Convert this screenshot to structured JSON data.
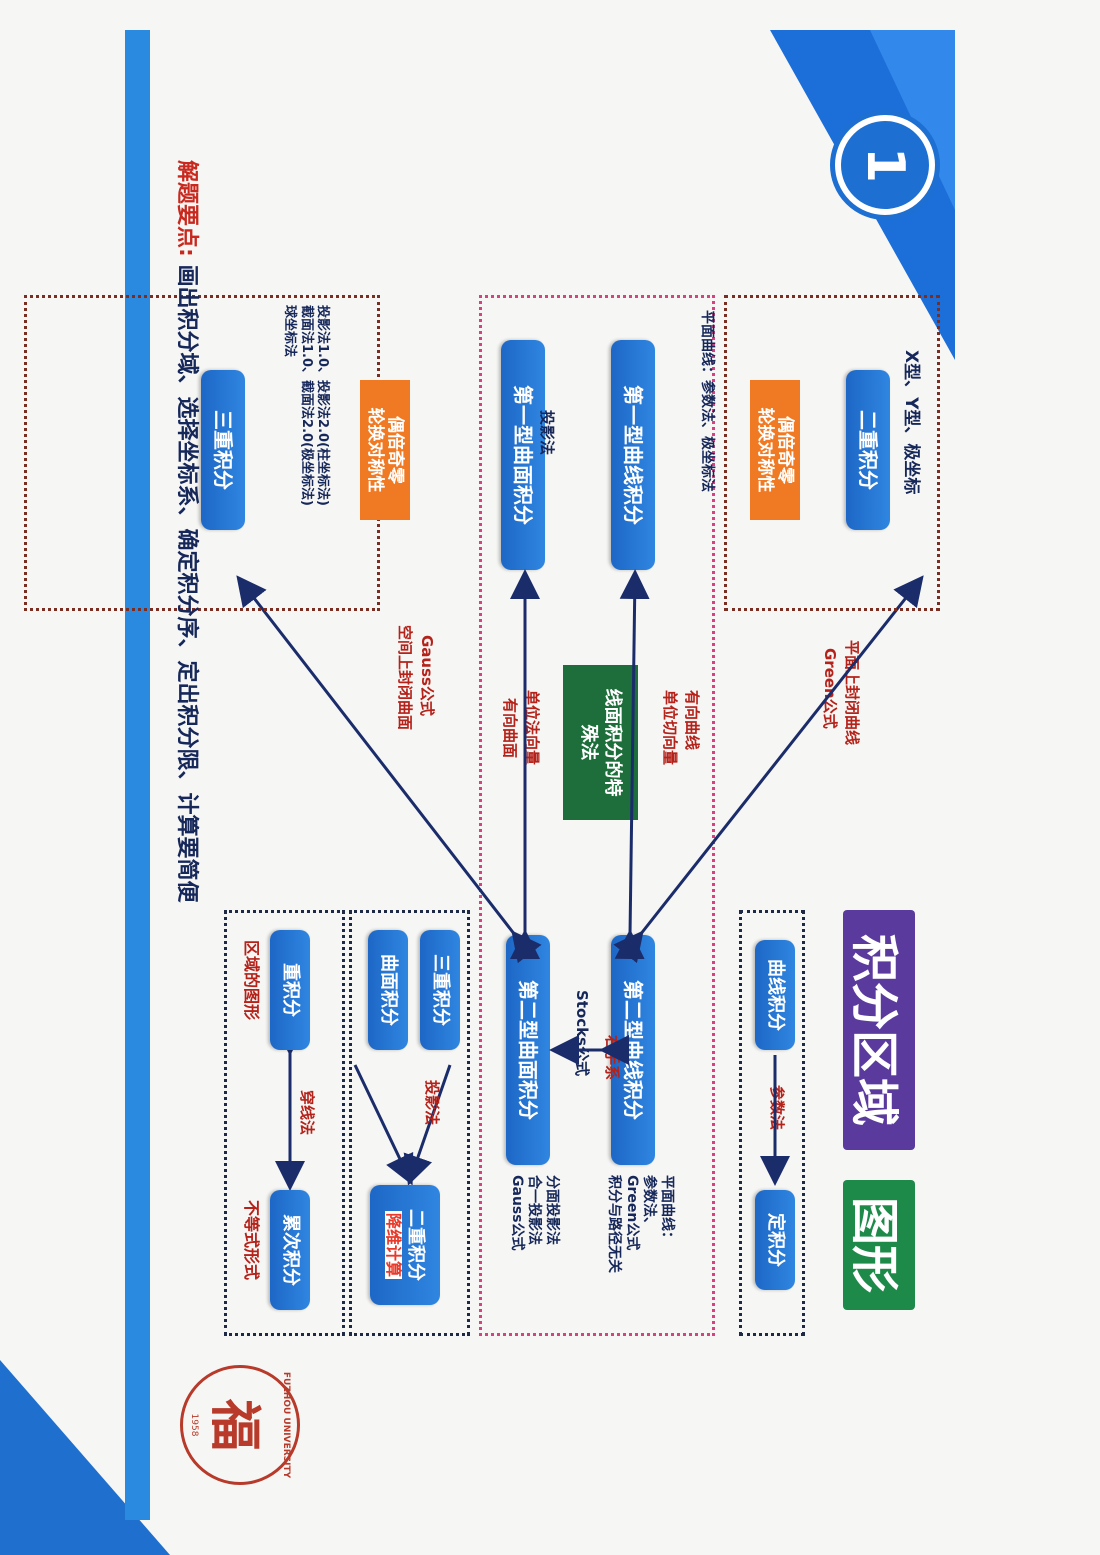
{
  "badge": {
    "number": "1"
  },
  "titles": {
    "left": "积分区域",
    "right": "图形"
  },
  "top_panel": {
    "curve_integral": "曲线积分",
    "param_method": "参数法",
    "definite_integral": "定积分"
  },
  "region_panel": {
    "double_integral": "重积分",
    "crossing_method": "穿线法",
    "iterated_integral": "累次积分",
    "region_shape": "区域的图形",
    "inequality_form": "不等式形式"
  },
  "projection_panel": {
    "triple_integral": "三重积分",
    "surface_integral": "曲面积分",
    "projection_method": "投影法",
    "double_integral": "二重积分",
    "dimension_reduction": "降维计算"
  },
  "center": {
    "second_curve": "第二型曲线积分",
    "second_surface": "第二型曲面积分",
    "first_curve": "第一型曲线积分",
    "first_surface": "第一型曲面积分",
    "stokes_label": "Stocks公式",
    "right_hand_label": "右手系",
    "special_box": "线面积分的特殊法",
    "curve_notes": [
      "平面曲线：",
      "参数法、",
      "Green公式",
      "积分与路径无关"
    ],
    "surface_notes": [
      "分面投影法",
      "合一投影法",
      "Gauss公式"
    ]
  },
  "edges": {
    "green": [
      "平面上封闭曲线",
      "Green公式"
    ],
    "directed_curve": [
      "有向曲线",
      "单位切向量"
    ],
    "directed_surface": [
      "单位法向量",
      "有向曲面"
    ],
    "gauss": [
      "Gauss公式",
      "空间上封闭曲面"
    ]
  },
  "bottom": {
    "double_integral": "二重积分",
    "xy_types": "X型、Y型、极坐标",
    "parity": [
      "偶倍奇零",
      "轮换对称性"
    ],
    "first_curve_notes": "平面曲线：参数法、极坐标法",
    "projection_label": "投影法",
    "triple_integral": "三重积分",
    "triple_notes": [
      "投影法1.0、投影法2.0(柱坐标法)",
      "截面法1.0、截面法2.0(极坐标法)",
      "球坐标法"
    ]
  },
  "tips": {
    "label": "解题要点:",
    "text": " 画出积分域、选择坐标系、确定积分序、定出积分限、计算要简便"
  },
  "seal": {
    "ring_text": "FUZHOU UNIVERSITY",
    "year": "1958",
    "center_char": "福"
  },
  "colors": {
    "blue": "#1f6fcf",
    "purple": "#5b3a9e",
    "green": "#1e8a4a",
    "orange": "#f07a23",
    "red": "#b5221a",
    "darkgreen": "#1d6e3a"
  }
}
